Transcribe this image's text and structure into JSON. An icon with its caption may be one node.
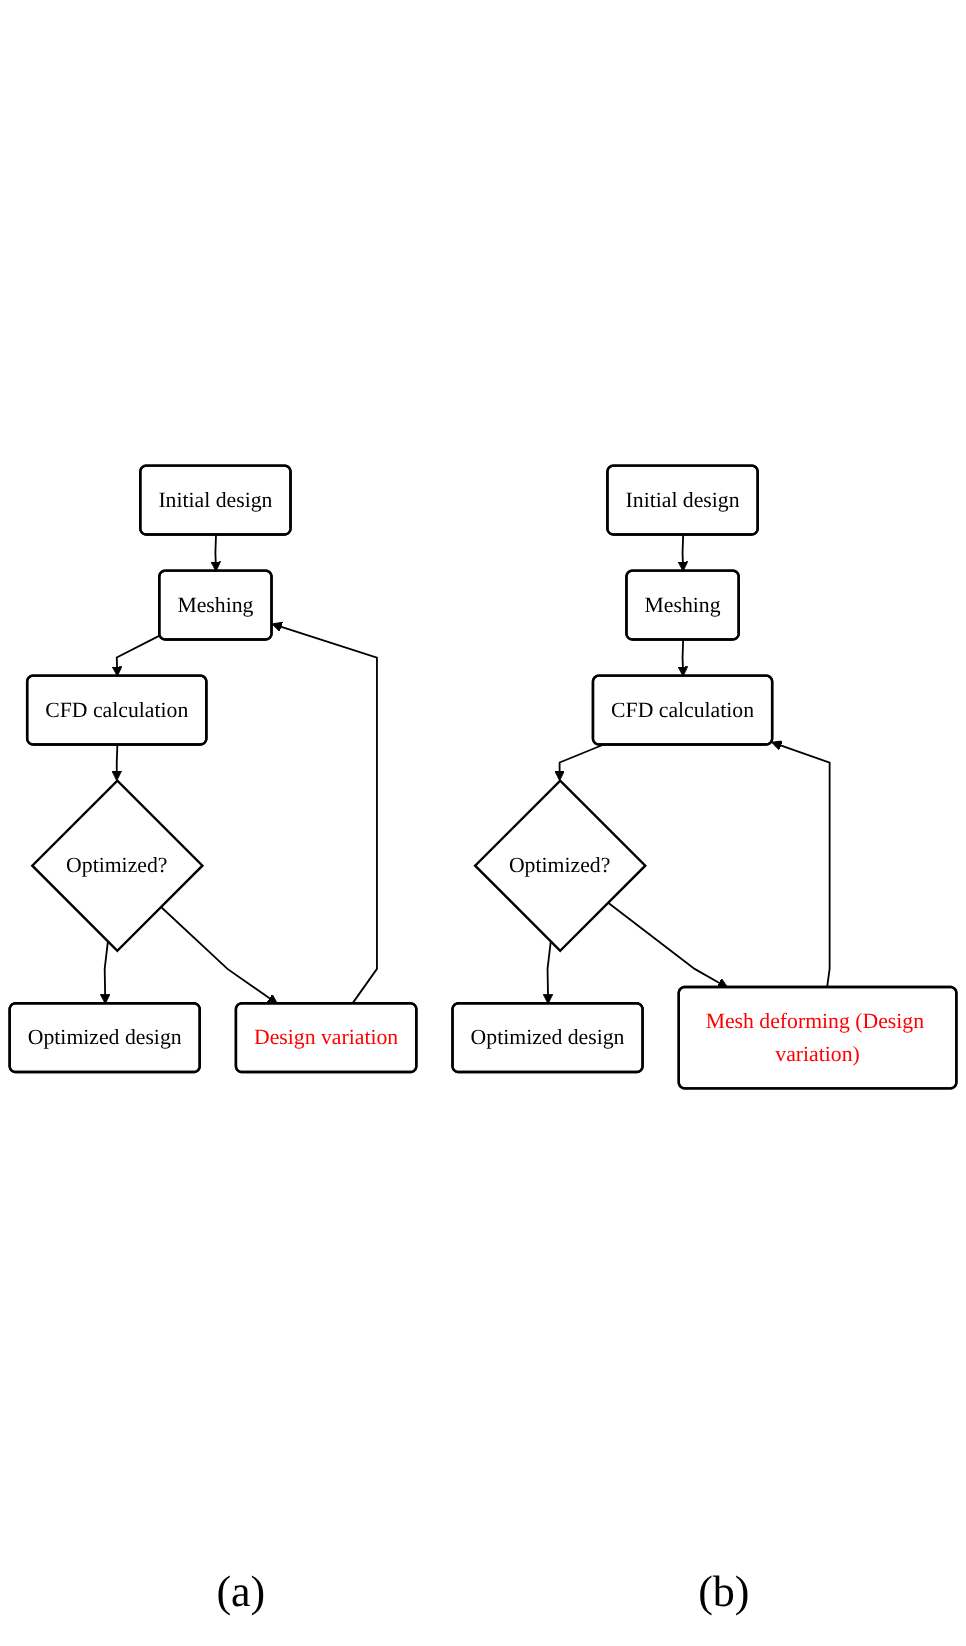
{
  "diagram": {
    "nodes": [
      {
        "text": [
          "Initial design"
        ]
      },
      {
        "text": [
          "Meshing"
        ]
      },
      {
        "text": [
          "CFD calculation"
        ]
      },
      {
        "text": [
          "Optimized?"
        ]
      },
      {
        "text": [
          "Optimized design"
        ]
      },
      {
        "text": [
          "Design variation"
        ]
      },
      {
        "text": [
          "Initial design"
        ]
      },
      {
        "text": [
          "Meshing"
        ]
      },
      {
        "text": [
          "CFD calculation"
        ]
      },
      {
        "text": [
          "Optimized?"
        ]
      },
      {
        "text": [
          "Optimized design"
        ]
      },
      {
        "text": [
          "Mesh deforming (Design variation)"
        ]
      }
    ],
    "edges": [
      {
        "from": 0,
        "to": 1,
        "arrow": "to"
      },
      {
        "from": 1,
        "to": 2,
        "arrow": "to"
      },
      {
        "from": 2,
        "to": 3,
        "arrow": "to"
      },
      {
        "from": 3,
        "to": 4,
        "arrow": "to"
      },
      {
        "from": 3,
        "to": 5,
        "arrow": "to"
      },
      {
        "from": 5,
        "to": 1,
        "arrow": "to"
      },
      {
        "from": 6,
        "to": 7,
        "arrow": "to"
      },
      {
        "from": 7,
        "to": 8,
        "arrow": "to"
      },
      {
        "from": 8,
        "to": 9,
        "arrow": "to"
      },
      {
        "from": 9,
        "to": 10,
        "arrow": "to"
      },
      {
        "from": 9,
        "to": 11,
        "arrow": "to"
      },
      {
        "from": 11,
        "to": 8,
        "arrow": "to"
      }
    ],
    "labels": [
      "(a)",
      "(b)"
    ]
  }
}
